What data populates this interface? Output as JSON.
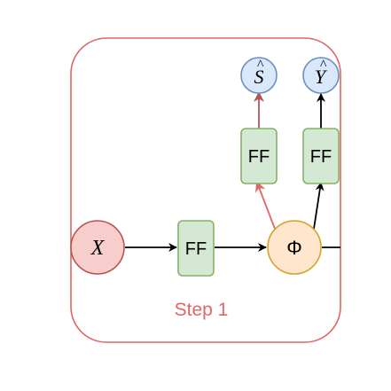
{
  "diagram": {
    "step_label": "Step 1",
    "input_node": {
      "label": "X"
    },
    "ff_box_left": {
      "label": "FF"
    },
    "phi_node": {
      "label": "Φ"
    },
    "ff_box_s": {
      "label": "FF"
    },
    "ff_box_y": {
      "label": "FF"
    },
    "s_hat_node": {
      "base": "S",
      "accent": "^"
    },
    "y_hat_node": {
      "base": "Y",
      "accent": "^"
    }
  },
  "colors": {
    "step_border": "#e06666",
    "step_label": "#e06666",
    "input_fill": "#f8cecc",
    "input_stroke": "#b85450",
    "ff_fill": "#d5e8d4",
    "ff_stroke": "#82b366",
    "phi_fill": "#ffe6cc",
    "phi_stroke": "#d6a12b",
    "output_fill": "#dae8fc",
    "output_stroke": "#6c8ebf",
    "edge_black": "#000000",
    "edge_red": "#e06666",
    "edge_darkred": "#b85450"
  }
}
